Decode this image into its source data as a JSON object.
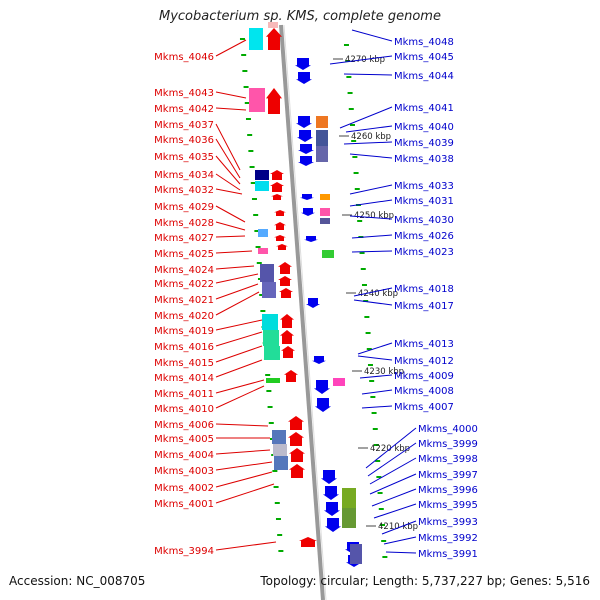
{
  "title": "Mycobacterium sp. KMS, complete genome",
  "footer": {
    "accession": "Accession: NC_008705",
    "summary": "Topology: circular; Length: 5,737,227 bp; Genes: 5,516"
  },
  "colors": {
    "left_labels": "#dd0000",
    "right_labels": "#0000cc",
    "forward_arrow": "#ee0000",
    "reverse_arrow": "#0000ee",
    "backbone": "#999999",
    "tick": "#00aa00"
  },
  "scale_labels": [
    "4270 kbp",
    "4260 kbp",
    "4250 kbp",
    "4240 kbp",
    "4230 kbp",
    "4220 kbp",
    "4210 kbp"
  ],
  "left_genes": [
    "Mkms_4046",
    "Mkms_4043",
    "Mkms_4042",
    "Mkms_4037",
    "Mkms_4036",
    "Mkms_4035",
    "Mkms_4034",
    "Mkms_4032",
    "Mkms_4029",
    "Mkms_4028",
    "Mkms_4027",
    "Mkms_4025",
    "Mkms_4024",
    "Mkms_4022",
    "Mkms_4021",
    "Mkms_4020",
    "Mkms_4019",
    "Mkms_4016",
    "Mkms_4015",
    "Mkms_4014",
    "Mkms_4011",
    "Mkms_4010",
    "Mkms_4006",
    "Mkms_4005",
    "Mkms_4004",
    "Mkms_4003",
    "Mkms_4002",
    "Mkms_4001",
    "Mkms_3994"
  ],
  "right_genes": [
    "Mkms_4048",
    "Mkms_4045",
    "Mkms_4044",
    "Mkms_4041",
    "Mkms_4040",
    "Mkms_4039",
    "Mkms_4038",
    "Mkms_4033",
    "Mkms_4031",
    "Mkms_4030",
    "Mkms_4026",
    "Mkms_4023",
    "Mkms_4018",
    "Mkms_4017",
    "Mkms_4013",
    "Mkms_4012",
    "Mkms_4009",
    "Mkms_4008",
    "Mkms_4007",
    "Mkms_4000",
    "Mkms_3999",
    "Mkms_3998",
    "Mkms_3997",
    "Mkms_3996",
    "Mkms_3995",
    "Mkms_3993",
    "Mkms_3992",
    "Mkms_3991"
  ]
}
